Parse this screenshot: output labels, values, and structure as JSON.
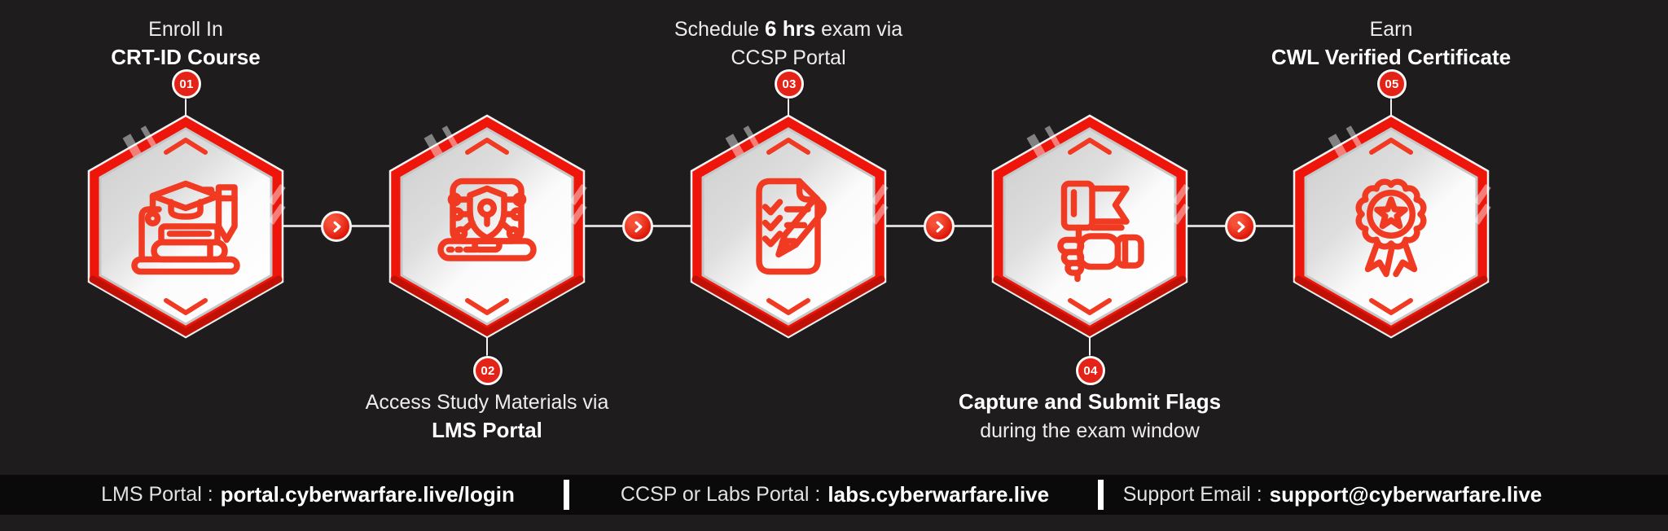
{
  "colors": {
    "background": "#1e1c1c",
    "footer_bar": "#0b0a0a",
    "hexagon_red": "#ee150b",
    "icon_red": "#f13a22",
    "badge_red": "#e42318",
    "text_regular": "#ededed",
    "text_bold": "#ffffff"
  },
  "steps": [
    {
      "number": "01",
      "icon": "graduation-books-icon",
      "label_position": "top",
      "line1": {
        "pre": "Enroll In",
        "bold": "",
        "post": ""
      },
      "line2": {
        "pre": "",
        "bold": "CRT-ID Course",
        "post": ""
      }
    },
    {
      "number": "02",
      "icon": "secure-laptop-icon",
      "label_position": "bottom",
      "line1": {
        "pre": "Access Study Materials via",
        "bold": "",
        "post": ""
      },
      "line2": {
        "pre": "",
        "bold": "LMS Portal",
        "post": ""
      }
    },
    {
      "number": "03",
      "icon": "exam-checklist-icon",
      "label_position": "top",
      "line1": {
        "pre": "Schedule ",
        "bold": "6 hrs",
        "post": " exam via"
      },
      "line2": {
        "pre": "CCSP Portal",
        "bold": "",
        "post": ""
      }
    },
    {
      "number": "04",
      "icon": "capture-flag-icon",
      "label_position": "bottom",
      "line1": {
        "pre": "",
        "bold": "Capture and Submit Flags",
        "post": ""
      },
      "line2": {
        "pre": "during the exam window",
        "bold": "",
        "post": ""
      }
    },
    {
      "number": "05",
      "icon": "certificate-badge-icon",
      "label_position": "top",
      "line1": {
        "pre": "Earn",
        "bold": "",
        "post": ""
      },
      "line2": {
        "pre": "",
        "bold": "CWL Verified Certificate",
        "post": ""
      }
    }
  ],
  "footer": {
    "items": [
      {
        "label": "LMS Portal :",
        "value": "portal.cyberwarfare.live/login"
      },
      {
        "label": "CCSP or Labs Portal :",
        "value": "labs.cyberwarfare.live"
      },
      {
        "label": "Support Email :",
        "value": "support@cyberwarfare.live"
      }
    ]
  }
}
